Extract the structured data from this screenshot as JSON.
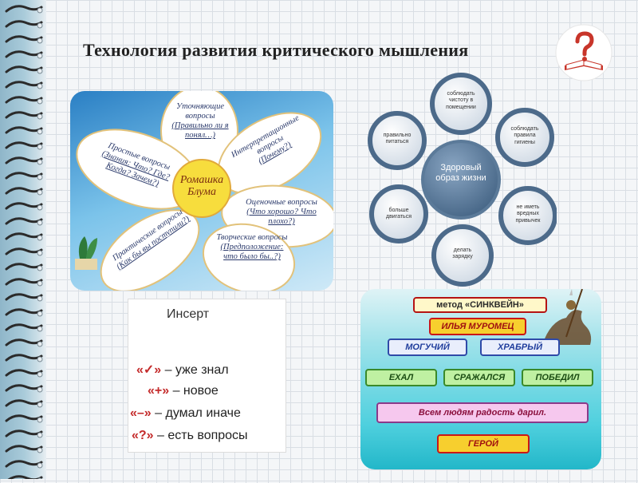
{
  "slide": {
    "title": "Технология развития критического мышления"
  },
  "chamomile": {
    "center": "Ромашка Блума",
    "petals": {
      "clarifying": {
        "title": "Уточняющие вопросы",
        "hint": "(Правильно ли я понял…)"
      },
      "interpretive": {
        "title": "Интерпретационные вопросы",
        "hint": "(Почему?)"
      },
      "evaluative": {
        "title": "Оценочные вопросы",
        "hint": "(Что хорошо? Что плохо?)"
      },
      "creative": {
        "title": "Творческие вопросы",
        "hint": "(Предположение: что было бы..?)"
      },
      "practical": {
        "title": "Практические вопросы",
        "hint": "(Как бы вы поступили?)"
      },
      "simple": {
        "title": "Простые вопросы",
        "hint": "(Знания: Что? Где? Когда? Зачем?)"
      }
    }
  },
  "zozh": {
    "center": "Здоровый образ жизни",
    "items": {
      "top": "соблюдать чистоту в помещении",
      "top_right": "соблюдать правила гигиены",
      "right": "не иметь вредных привычек",
      "bottom": "делать зарядку",
      "left": "больше двигаться",
      "top_left": "правильно питаться"
    }
  },
  "insert": {
    "title": "Инсерт",
    "rows": [
      {
        "mark": "«✓»",
        "text": " – уже знал"
      },
      {
        "mark": "«+»",
        "text": " – новое"
      },
      {
        "mark": "«–»",
        "text": " – думал иначе"
      },
      {
        "mark": "«?»",
        "text": " – есть вопросы"
      }
    ]
  },
  "sinkwein": {
    "title": "метод «СИНКВЕЙН»",
    "noun": "ИЛЬЯ МУРОМЕЦ",
    "adjectives": [
      "МОГУЧИЙ",
      "ХРАБРЫЙ"
    ],
    "verbs": [
      "ЕХАЛ",
      "СРАЖАЛСЯ",
      "ПОБЕДИЛ"
    ],
    "phrase": "Всем людям радость дарил.",
    "synonym": "ГЕРОЙ"
  },
  "colors": {
    "spine": "#8fb6c9",
    "petal_fill": "#ffffff",
    "petal_stroke": "#e2c27a",
    "center_fill": "#f7dd3d",
    "zozh_center": "#4c6a8a",
    "zozh_circle": "#5b7a99",
    "accent_red": "#c42b2b"
  },
  "icons": {
    "question": "question-book-icon",
    "spiral": "spiral-ring-icon",
    "plant": "plant-icon",
    "knight": "knight-icon"
  }
}
